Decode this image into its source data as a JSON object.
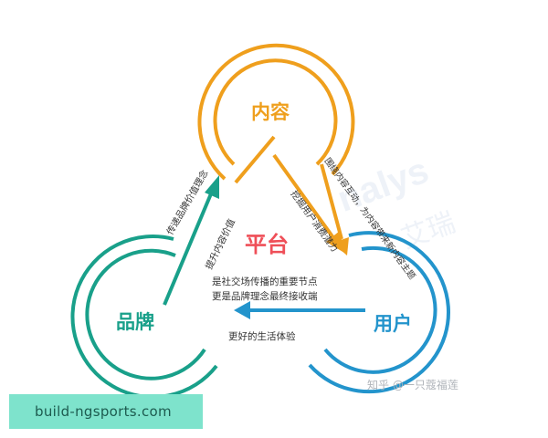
{
  "nodes": {
    "content": {
      "label": "内容",
      "color": "#ef9f1d"
    },
    "brand": {
      "label": "品牌",
      "color": "#19a08a"
    },
    "user": {
      "label": "用户",
      "color": "#2394cc"
    }
  },
  "center": {
    "label": "平台",
    "color": "#ef4f58"
  },
  "edges": {
    "content_to_user": "挖掘用户消费潜力",
    "user_to_content": "围绕内容互动，为内容带来新内容主题",
    "brand_to_content": "提升内容价值",
    "content_to_brand": "传递品牌价值理念",
    "user_to_brand": "更好的生活体验"
  },
  "center_note": {
    "line1": "是社交场传播的重要节点",
    "line2": "更是品牌理念最终接收端"
  },
  "watermark": {
    "logo": "nalys",
    "cjk": "艾瑞",
    "zhihu": "知乎 @一只蔻福莲"
  },
  "footer": {
    "text": "build-ngsports.com"
  }
}
